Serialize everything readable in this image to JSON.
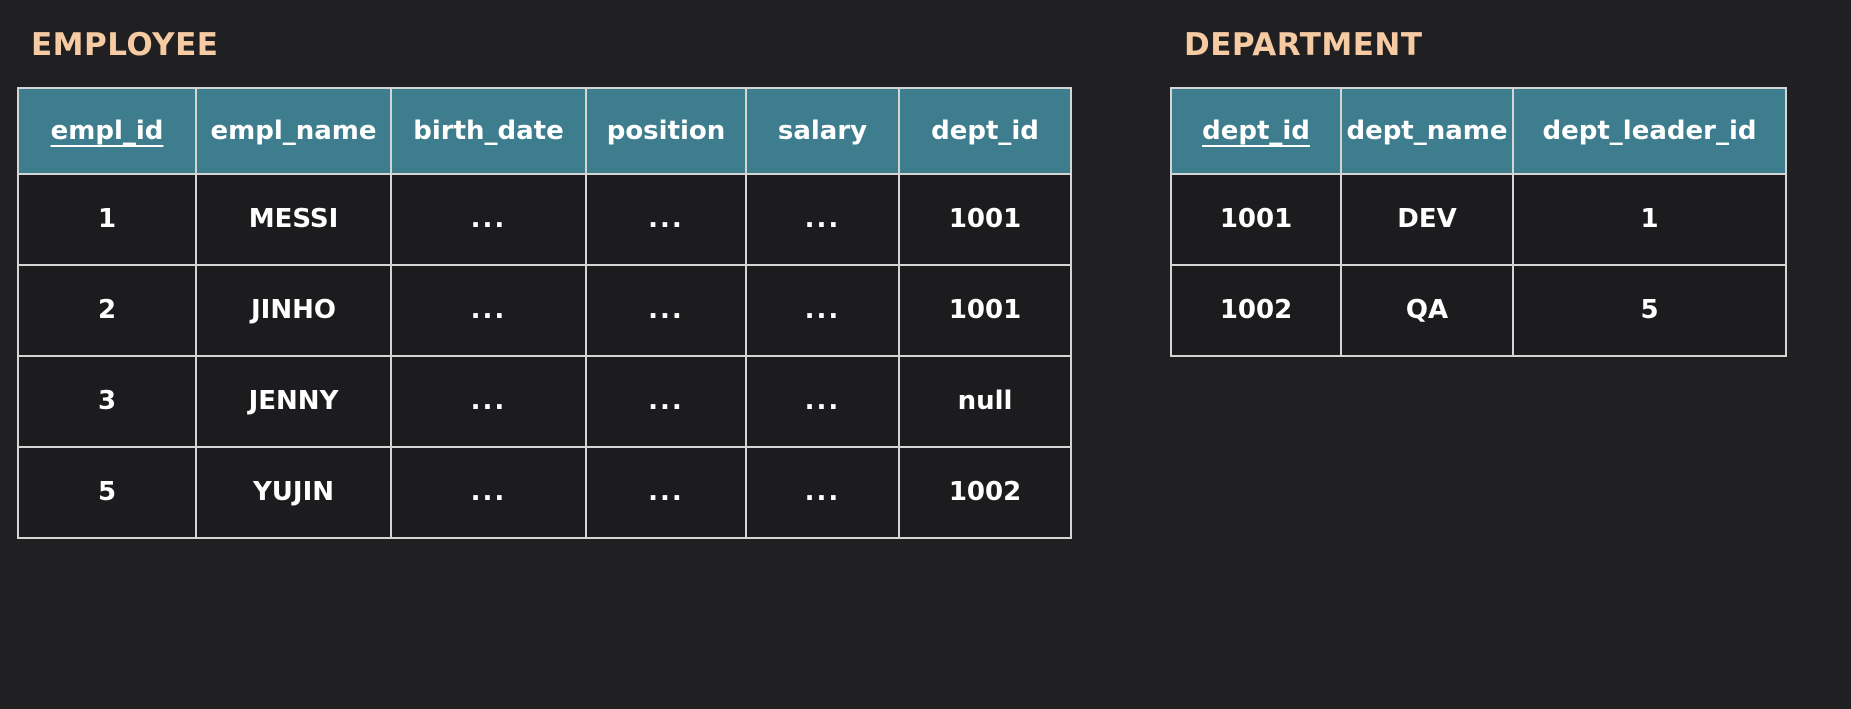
{
  "background_color": "#202022",
  "accent_colors": {
    "title": "#f6caa2",
    "header_fill": "#3d7d8d",
    "border": "#d5d5d5",
    "cell_fill": "#1c1c1e",
    "text": "#ffffff"
  },
  "tables": [
    {
      "id": "employee",
      "title": "EMPLOYEE",
      "columns": [
        {
          "label": "empl_id",
          "primary_key": true
        },
        {
          "label": "empl_name",
          "primary_key": false
        },
        {
          "label": "birth_date",
          "primary_key": false
        },
        {
          "label": "position",
          "primary_key": false
        },
        {
          "label": "salary",
          "primary_key": false
        },
        {
          "label": "dept_id",
          "primary_key": false
        }
      ],
      "rows": [
        [
          "1",
          "MESSI",
          "...",
          "...",
          "...",
          "1001"
        ],
        [
          "2",
          "JINHO",
          "...",
          "...",
          "...",
          "1001"
        ],
        [
          "3",
          "JENNY",
          "...",
          "...",
          "...",
          "null"
        ],
        [
          "5",
          "YUJIN",
          "...",
          "...",
          "...",
          "1002"
        ]
      ]
    },
    {
      "id": "department",
      "title": "DEPARTMENT",
      "columns": [
        {
          "label": "dept_id",
          "primary_key": true
        },
        {
          "label": "dept_name",
          "primary_key": false
        },
        {
          "label": "dept_leader_id",
          "primary_key": false
        }
      ],
      "rows": [
        [
          "1001",
          "DEV",
          "1"
        ],
        [
          "1002",
          "QA",
          "5"
        ]
      ]
    }
  ]
}
